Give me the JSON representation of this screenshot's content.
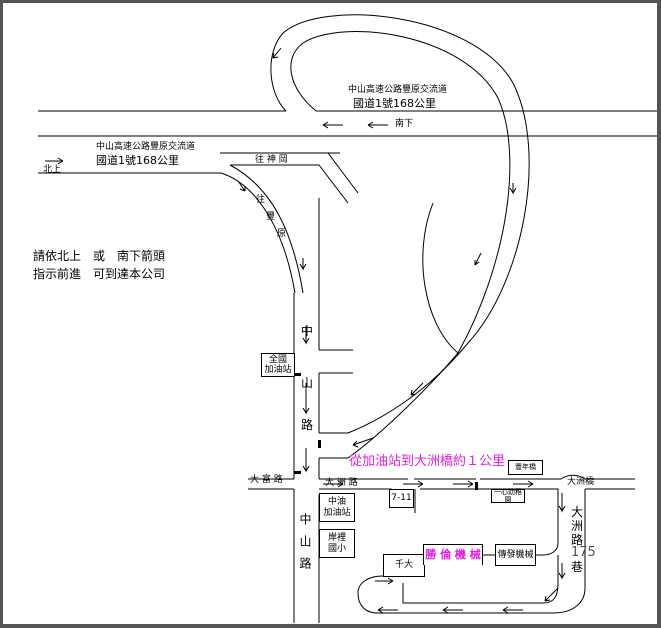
{
  "highway": {
    "southbound_name": "中山高速公路豐原交流道",
    "southbound_km": "國道1號168公里",
    "southbound_dir": "南下",
    "northbound_name": "中山高速公路豐原交流道",
    "northbound_km": "國道1號168公里",
    "northbound_dir": "北上"
  },
  "roads": {
    "to_shengang": "往 神 岡",
    "to_fengyuan": [
      "往",
      "豐",
      "原"
    ],
    "zhongshan": [
      "中",
      "山",
      "路"
    ],
    "zhongshan_lower": "中山路",
    "dafu": "大 富 路",
    "dazhou": "大 洲 路",
    "dazhou_bridge": "大洲橋",
    "dazhou_lane": [
      "大",
      "洲",
      "路"
    ],
    "lane_no": "175",
    "lane_suffix": "巷"
  },
  "instructions": {
    "line1": "請依北上　或　南下箭頭",
    "line2": "指示前進　可到達本公司"
  },
  "distance_note": "從加油站到大洲橋約１公里",
  "landmarks": {
    "national_gas": "全國\n加油站",
    "cpc_gas": "中油\n加油站",
    "school": "岸裡\n國小",
    "seven_eleven": "7-11",
    "police": "豐年橋",
    "kindergarten": "一心幼稚園",
    "qianda": "千大",
    "company": "勝 倫 機 械",
    "neighbor": "傳發機械"
  },
  "colors": {
    "highlight": "#e020e0",
    "line": "#000000"
  }
}
